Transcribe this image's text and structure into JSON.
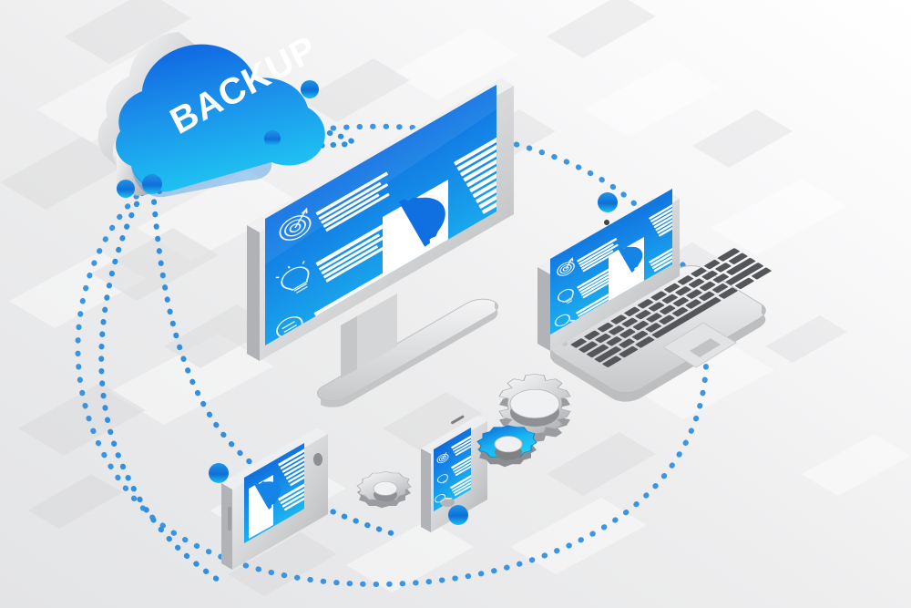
{
  "scene": {
    "title": "Cloud Backup Isometric Illustration",
    "background_color": "#f2f2f2",
    "accent_blue": "#1a7fe8",
    "accent_cyan": "#15b9ef",
    "deep_blue": "#0b54c8",
    "silver": "#d9dadc"
  },
  "cloud": {
    "label": "BACKUP",
    "name": "backup-cloud",
    "body_color": "#1788e8",
    "edge_color": "#bcbec0"
  },
  "devices": {
    "monitor": {
      "name": "desktop-monitor",
      "screen_icons": [
        "target-icon",
        "lightbulb-icon",
        "magnifier-icon"
      ],
      "card_icon": "gear-icon",
      "text_line_groups": 3,
      "bezel_color": "#d6d7d9"
    },
    "laptop": {
      "name": "laptop",
      "screen_icons": [
        "target-icon",
        "lightbulb-icon",
        "magnifier-icon"
      ],
      "card_icon": "gear-icon",
      "keyboard_key_color": "#55565a"
    },
    "tablet": {
      "name": "tablet",
      "card_icon": "gear-icon",
      "text_line_groups": 3
    },
    "phone": {
      "name": "smartphone",
      "screen_icons": [
        "target-icon",
        "lightbulb-icon",
        "magnifier-icon"
      ],
      "text_line_groups": 3
    }
  },
  "gears": [
    {
      "name": "gear-large-silver",
      "teeth": 20,
      "color": "#cfd1d3"
    },
    {
      "name": "gear-blue",
      "teeth": 12,
      "color": "#17b7ef"
    },
    {
      "name": "gear-small-silver",
      "teeth": 12,
      "color": "#d3d5d7"
    }
  ],
  "connectors": {
    "name": "dotted-orbit-paths",
    "dot_color": "#2f8fe0",
    "node_color": "#1685e0",
    "paths": 4,
    "nodes": 6
  }
}
